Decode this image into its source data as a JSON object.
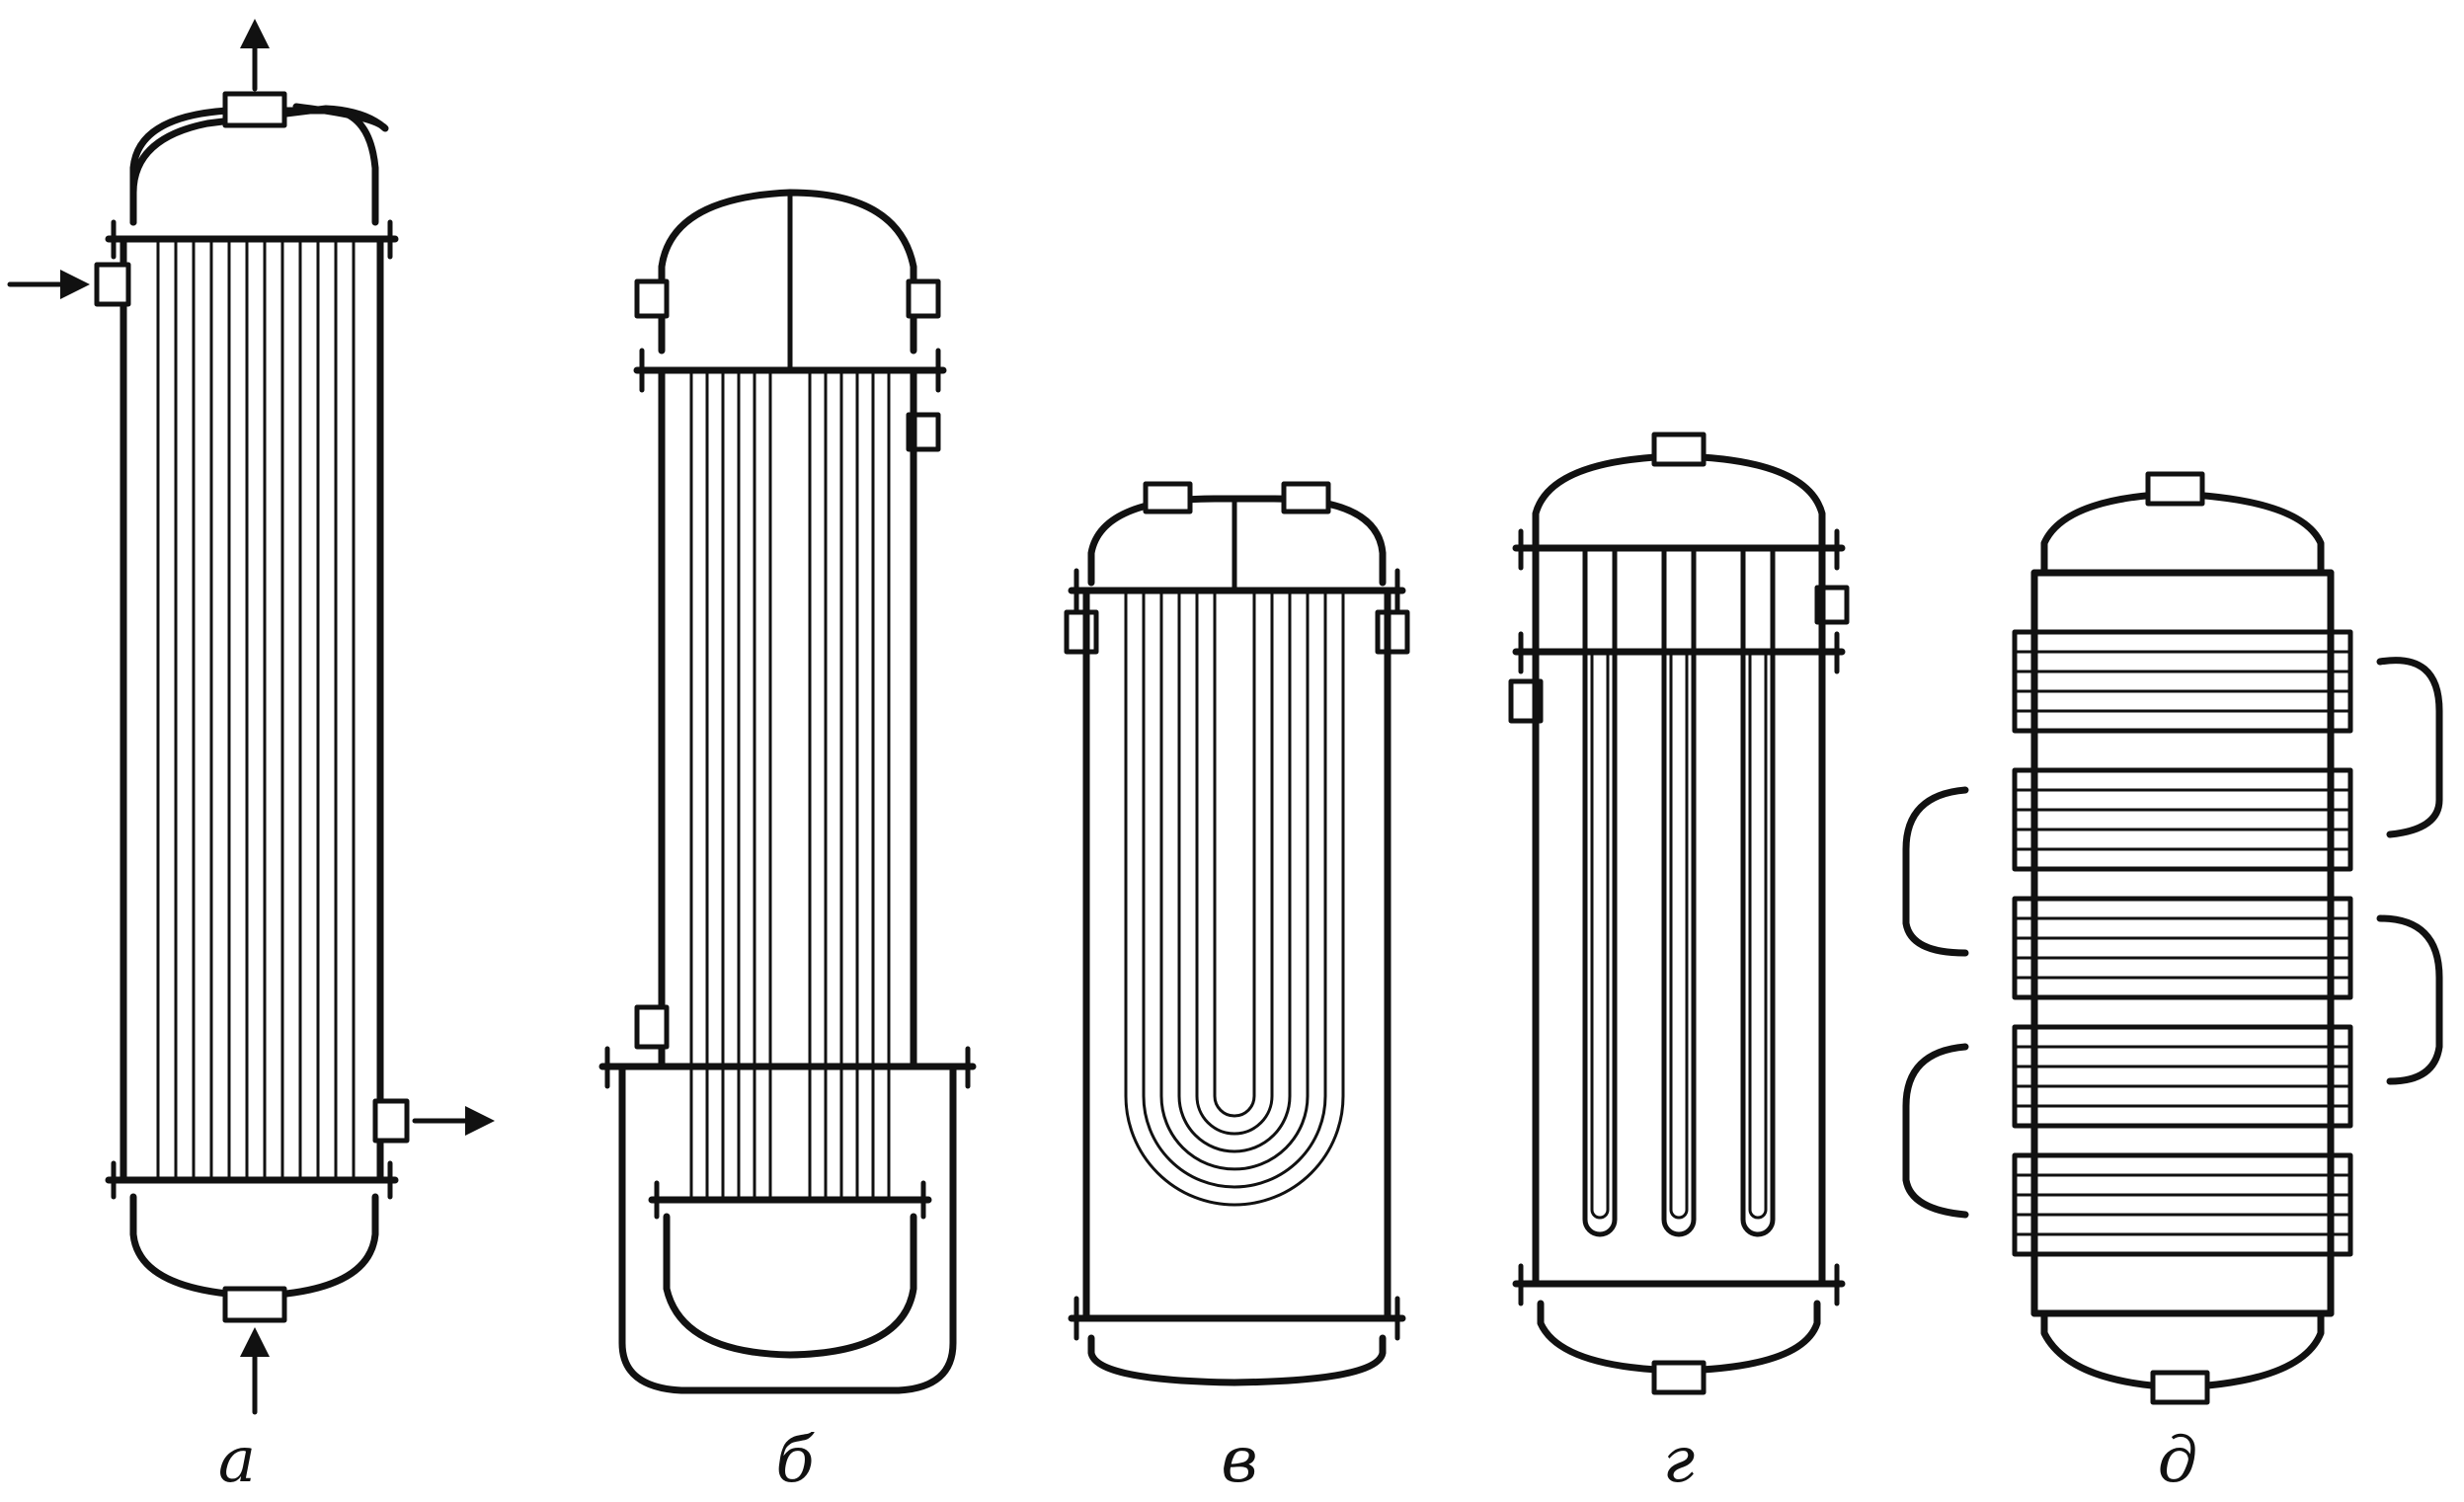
{
  "figure": {
    "panels": [
      {
        "id": "a",
        "label": "а"
      },
      {
        "id": "b",
        "label": "б"
      },
      {
        "id": "v",
        "label": "в"
      },
      {
        "id": "g",
        "label": "г"
      },
      {
        "id": "d",
        "label": "д"
      }
    ],
    "colors": {
      "ink": "#111111",
      "paper": "#ffffff"
    }
  }
}
